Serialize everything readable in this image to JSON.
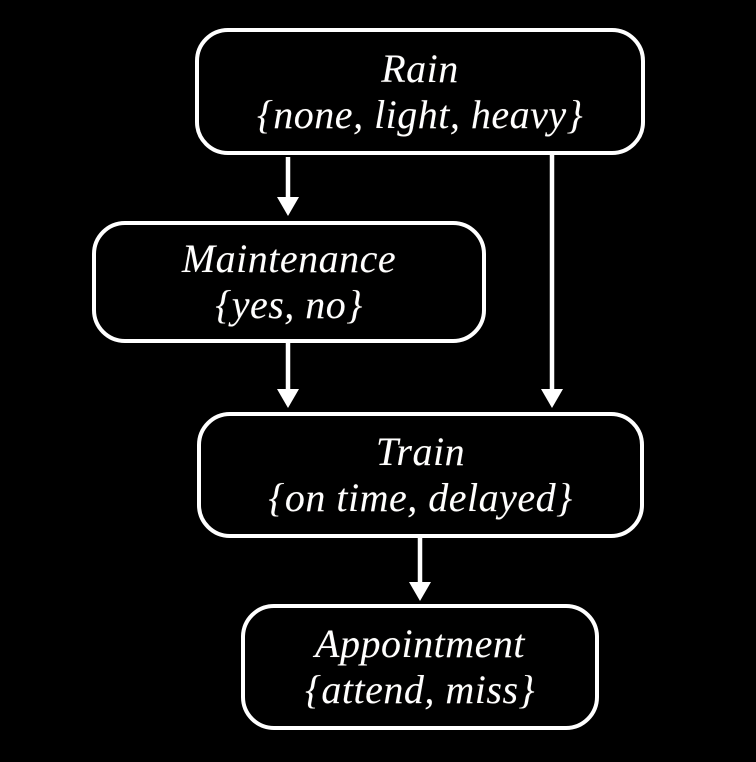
{
  "diagram": {
    "type": "bayesian-network",
    "background_color": "#000000",
    "node_border_color": "#ffffff",
    "text_color": "#ffffff",
    "nodes": {
      "rain": {
        "title": "Rain",
        "values": "{none, light, heavy}"
      },
      "maintenance": {
        "title": "Maintenance",
        "values": "{yes, no}"
      },
      "train": {
        "title": "Train",
        "values": "{on time, delayed}"
      },
      "appointment": {
        "title": "Appointment",
        "values": "{attend, miss}"
      }
    },
    "edges": [
      {
        "from": "Rain",
        "to": "Maintenance"
      },
      {
        "from": "Rain",
        "to": "Train"
      },
      {
        "from": "Maintenance",
        "to": "Train"
      },
      {
        "from": "Train",
        "to": "Appointment"
      }
    ]
  }
}
